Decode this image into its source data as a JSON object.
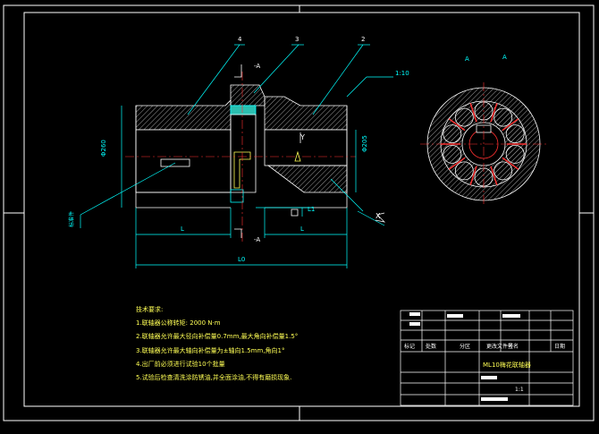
{
  "callouts": {
    "part4": "4",
    "part3": "3",
    "part2": "2"
  },
  "section": {
    "top": "-A",
    "bottom": "-A",
    "view_left": "A",
    "view_right": "A"
  },
  "labels": {
    "slope": "1:10",
    "dia_left": "Φ260",
    "dia_right": "Φ205",
    "dim_L_left": "L",
    "dim_L_right": "L",
    "dim_L1": "L1",
    "dim_L0": "L0",
    "axis_y": "Y",
    "axis_x": "X",
    "side_note": "标准件"
  },
  "tech": {
    "heading": "技术要求:",
    "items": [
      "1.联轴器公称转矩: 2000 N·m",
      "2.联轴器允许最大径向补偿量0.7mm,最大角向补偿量1.5°",
      "3.联轴器允许最大轴向补偿量为±轴向1.5mm,角向1°",
      "4.出厂前必须进行试验10个批量",
      "5.试验后检查清洗涂防锈油,并全面涂油,不得有磨损现象."
    ]
  },
  "title_block": {
    "drawing_title": "ML10梅花联轴器",
    "scale": "1:1",
    "headers": [
      "标记",
      "处数",
      "分区",
      "更改文件号",
      "签名",
      "日期"
    ]
  },
  "colors": {
    "frame": "#ffffff",
    "cyan": "#00ffff",
    "yellow": "#ffff55",
    "red": "#ff3030",
    "hatch": "#b0b0b0"
  }
}
